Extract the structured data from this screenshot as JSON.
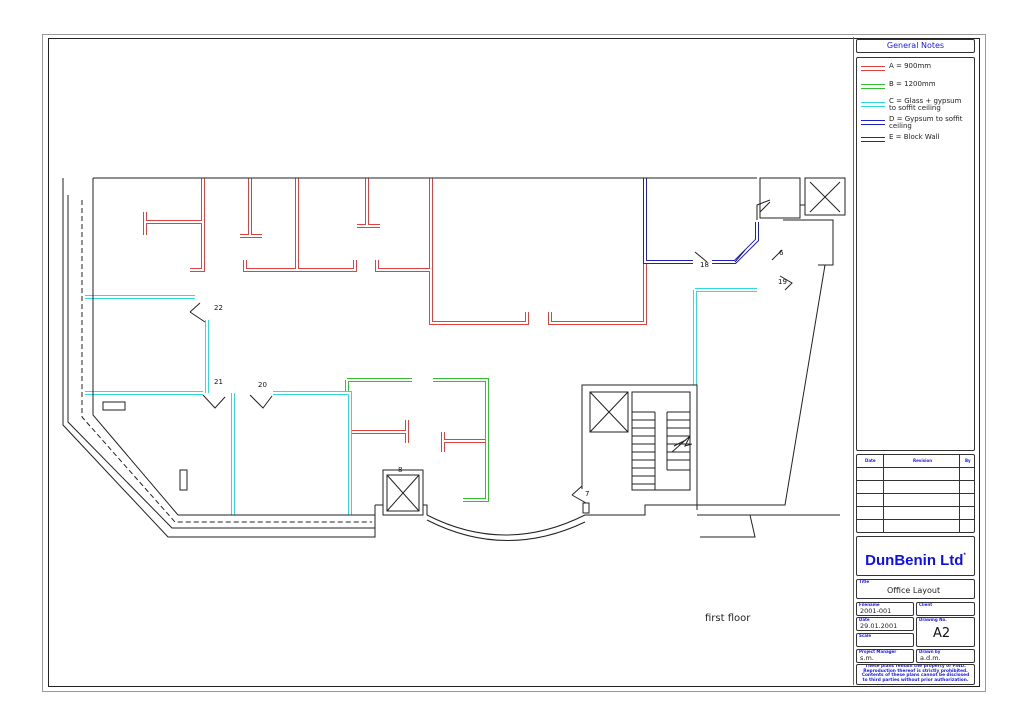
{
  "general_notes": {
    "title": "General Notes",
    "items": [
      {
        "text": "A = 900mm",
        "color": "#e04040"
      },
      {
        "text": "B = 1200mm",
        "color": "#30c030"
      },
      {
        "text": "C = Glass + gypsum to soffit ceiling",
        "color": "#30d8e0"
      },
      {
        "text": "D = Gypsum to soffit ceiling",
        "color": "#2020c0"
      },
      {
        "text": "E = Block Wall",
        "color": "#333333"
      }
    ]
  },
  "revision_table": {
    "headers": [
      "Date",
      "Revision",
      "By"
    ]
  },
  "company": {
    "name": "DunBenin Ltd",
    "mark": "*"
  },
  "title_block": {
    "title_label": "Title",
    "title": "Office Layout",
    "filename_label": "Filename",
    "filename": "2001-001",
    "client_label": "Client",
    "client": "",
    "date_label": "Date",
    "date": "29.01.2001",
    "drawing_no_label": "Drawing No.",
    "drawing_no": "A2",
    "scale_label": "Scale",
    "scale": "",
    "pm_label": "Project Manager",
    "pm": "s.m.",
    "drawn_label": "Drawn by",
    "drawn": "a.d.m.",
    "disclaimer": "These plans remain the property of FIND. Reproduction thereof is strictly prohibited. Contents of these plans cannot be disclosed to third parties without prior authorization."
  },
  "plan": {
    "floor_label": "first floor",
    "room_numbers": [
      "22",
      "21",
      "20",
      "18",
      "6",
      "19",
      "8",
      "7"
    ]
  }
}
